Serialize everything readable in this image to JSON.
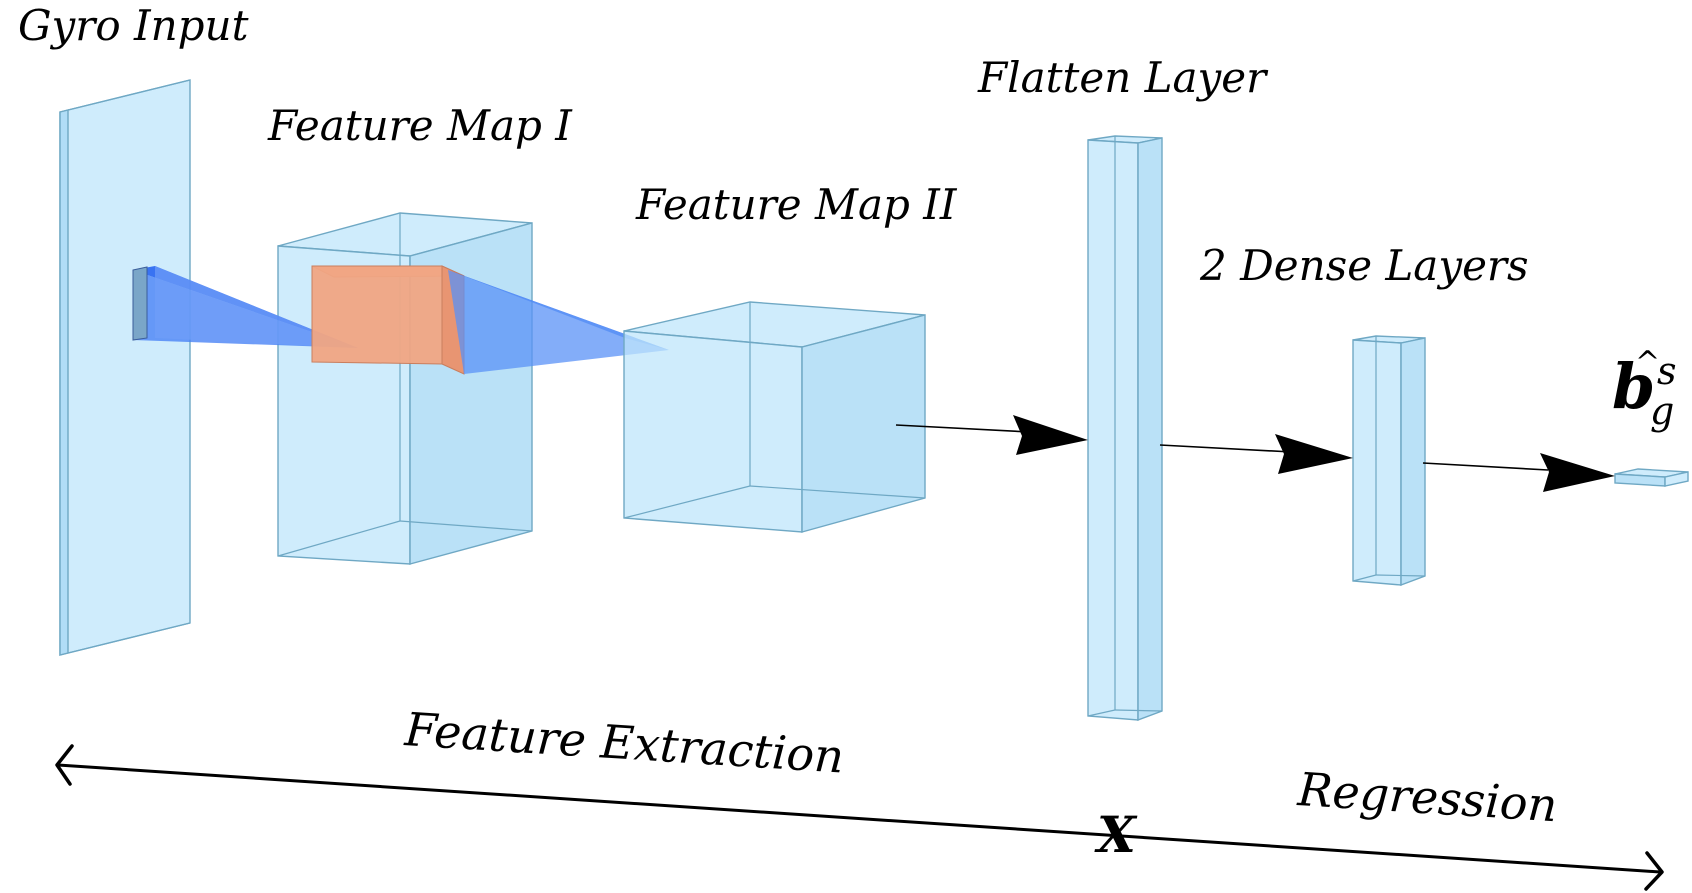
{
  "labels": {
    "gyro_input": "Gyro Input",
    "feature_map_1": "Feature Map I",
    "feature_map_2": "Feature Map II",
    "flatten_layer": "Flatten Layer",
    "dense_layers": "2 Dense Layers",
    "output_symbol": "b",
    "output_hat": "^",
    "output_superscript": "s",
    "output_subscript": "g",
    "feature_extraction": "Feature Extraction",
    "regression": "Regression",
    "split_marker": "X"
  },
  "colors": {
    "layer_fill": "#bfe6fb",
    "layer_edge": "#6fa8c4",
    "kernel_orange": "#f0a583",
    "cone_blue": "#2f6ff0",
    "arrow": "#000000"
  }
}
